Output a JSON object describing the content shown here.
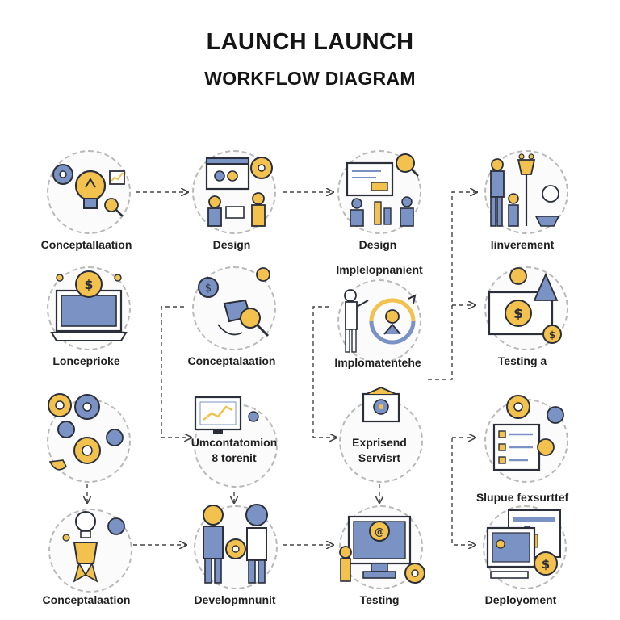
{
  "title": {
    "line1": "LAUNCH LAUNCH",
    "line2": "WORKFLOW DIAGRAM"
  },
  "colors": {
    "yellow": "#f2c14e",
    "blue": "#7b93c4",
    "dark": "#2b2f3a",
    "dashed": "#444444"
  },
  "nodes": {
    "r1c1": {
      "label": "Conceptallaation",
      "icon": "lightbulb-gears-icon"
    },
    "r1c2": {
      "label": "Design",
      "icon": "design-board-icon"
    },
    "r1c3": {
      "label": "Design",
      "icon": "presentation-search-icon"
    },
    "r1c4": {
      "label": "linverement",
      "icon": "team-lamp-icon"
    },
    "r2c1": {
      "label": "Lonceprioke",
      "icon": "laptop-dollar-icon"
    },
    "r2c2": {
      "label": "Conceptalaation",
      "icon": "gears-search-icon"
    },
    "r2c3": {
      "top_label": "Implelopnanient",
      "label": "Implomatentehe",
      "icon": "presenter-cycle-icon"
    },
    "r2c4": {
      "label": "Testing a",
      "icon": "monitor-dollar-icon"
    },
    "r3c1": {
      "label": "",
      "icon": "gears-cluster-icon"
    },
    "r3c2": {
      "label_line1": "Umcontatomion",
      "label_line2": "8 torenit",
      "icon": "chart-monitor-icon"
    },
    "r3c3": {
      "label_line1": "Exprisend",
      "label_line2": "Servisrt",
      "icon": "strategy-board-icon"
    },
    "r3c4": {
      "label": "Slupue fexsurttef",
      "icon": "checklist-gear-icon"
    },
    "r4c1": {
      "label": "Conceptalaation",
      "icon": "idea-award-icon"
    },
    "r4c2": {
      "label": "Developmnunit",
      "icon": "developers-team-icon"
    },
    "r4c3": {
      "label": "Testing",
      "icon": "testing-monitor-icon"
    },
    "r4c4": {
      "label": "Deployoment",
      "icon": "deploy-dashboard-icon"
    }
  }
}
